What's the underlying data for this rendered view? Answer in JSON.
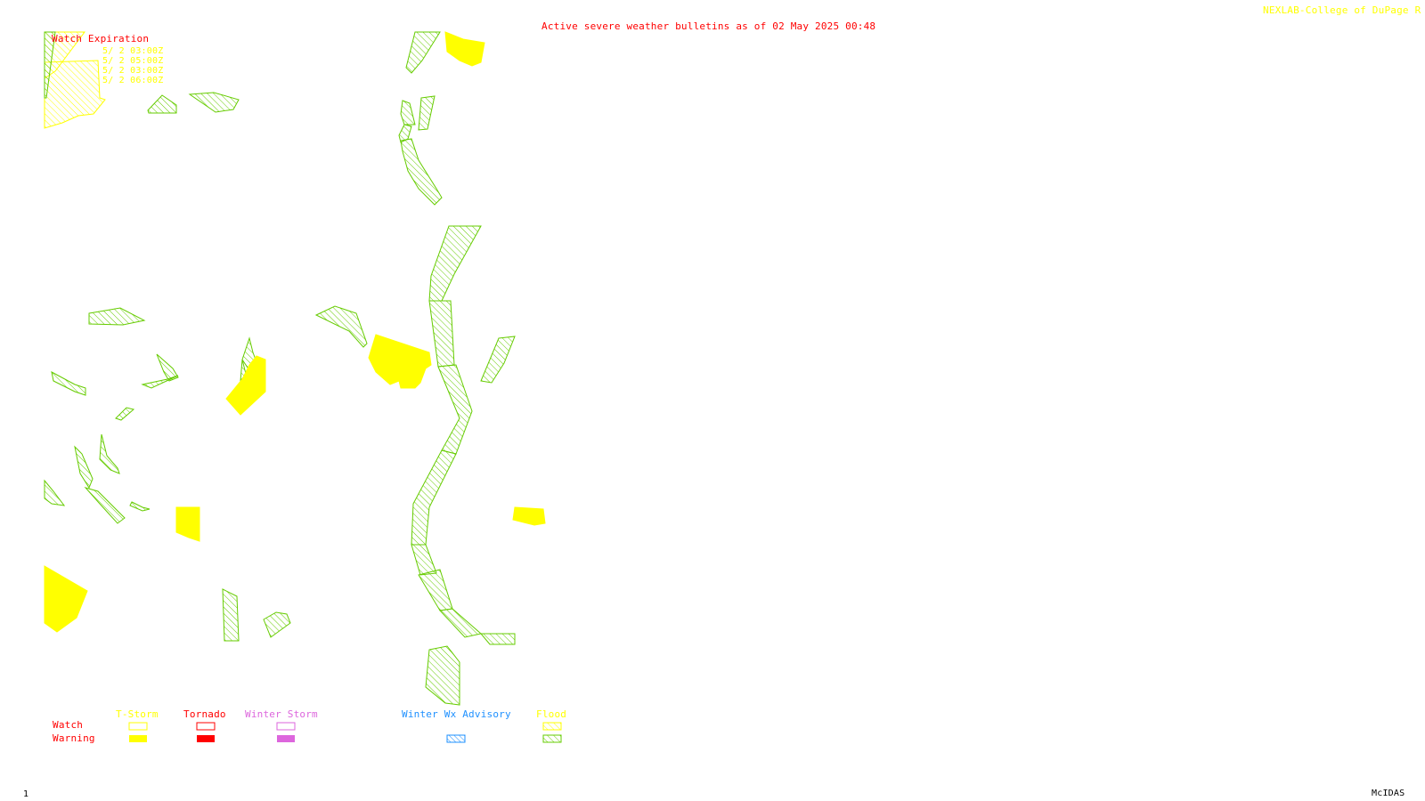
{
  "header": {
    "title": "Active severe weather bulletins as of 02 May 2025 00:48",
    "credit": "NEXLAB-College of DuPage R"
  },
  "watch_expiration": {
    "heading": "Watch Expiration",
    "times": [
      "5/ 2 03:00Z",
      "5/ 2 05:00Z",
      "5/ 2 03:00Z",
      "5/ 2 06:00Z"
    ]
  },
  "legend": {
    "columns": [
      "T-Storm",
      "Tornado",
      "Winter Storm",
      "Winter Wx Advisory",
      "Flood"
    ],
    "rows": [
      "Watch",
      "Warning"
    ]
  },
  "footer": {
    "frame_number": "1",
    "software": "McIDAS"
  },
  "colors": {
    "title": "#ff0000",
    "credit": "#ffff00",
    "tstorm": "#ffff00",
    "tornado": "#ff0000",
    "winter_storm": "#dd66dd",
    "winter_wx_advisory": "#1e90ff",
    "flood_watch": "#ffff00",
    "flood_warning": "#66cc00",
    "footer": "#000000"
  }
}
